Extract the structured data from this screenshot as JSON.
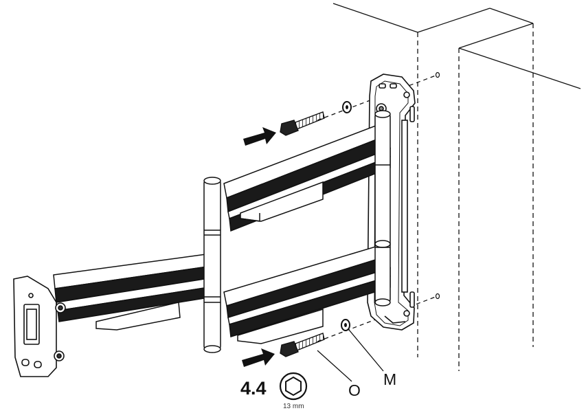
{
  "step": {
    "number": "4.4"
  },
  "tool": {
    "size": "13 mm",
    "icon": "hex-socket-icon"
  },
  "labels": {
    "bolt": "O",
    "washer": "M"
  },
  "icons": {
    "wall": "wall-corner",
    "plate": "wall-plate",
    "arm": "swing-arm",
    "bolt": "lag-bolt",
    "washer": "washer",
    "arrow": "insert-arrow"
  }
}
